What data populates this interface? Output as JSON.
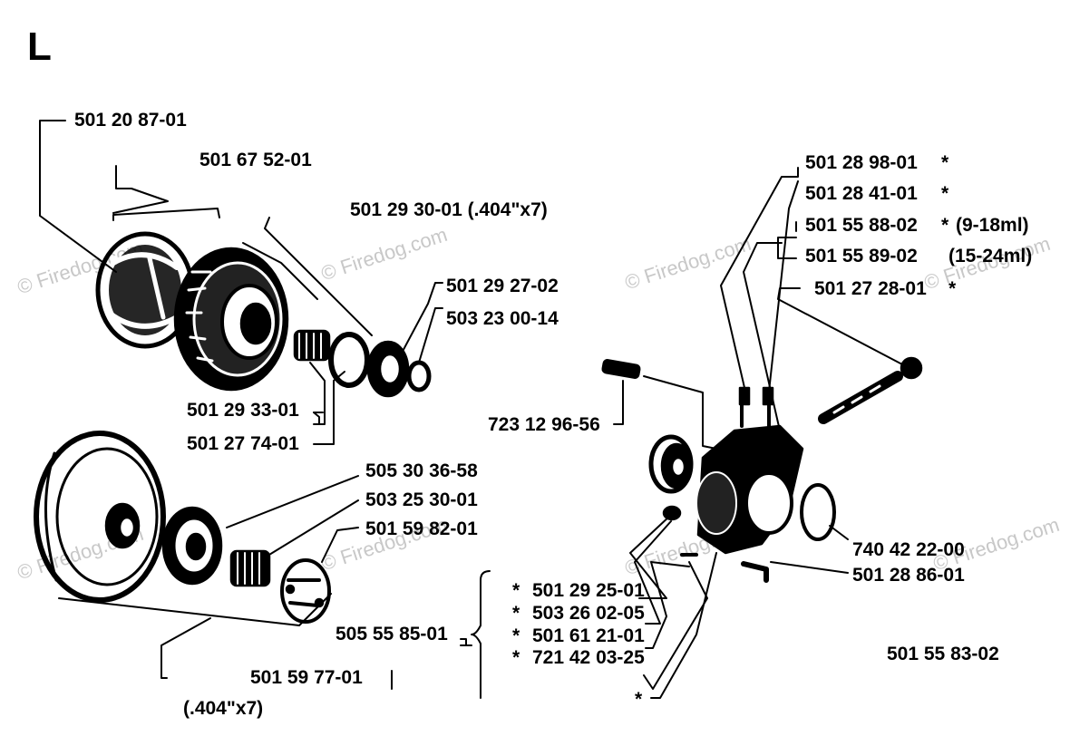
{
  "section_letter": "L",
  "watermark": "© Firedog.com",
  "part_numbers": {
    "p1": "501 20 87-01",
    "p2": "501 67 52-01",
    "p3": "501 29 30-01 (.404\"x7)",
    "p4": "501 29 27-02",
    "p5": "503 23 00-14",
    "p6": "501 29 33-01",
    "p7": "501 27 74-01",
    "p8": "505 30 36-58",
    "p9": "503 25 30-01",
    "p10": "501 59 82-01",
    "p11": "505 55 85-01",
    "p12": "501 59 77-01",
    "p12_note": "(.404\"x7)",
    "p13": "501 29 25-01",
    "p14": "503 26 02-05",
    "p15": "501 61 21-01",
    "p16": "721 42 03-25",
    "p17": "723 12 96-56",
    "p18": "501 28 98-01",
    "p19": "501 28 41-01",
    "p20": "501 55 88-02",
    "p20_note": "(9-18ml)",
    "p21": "501 55 89-02",
    "p21_note": "(15-24ml)",
    "p22": "501 27 28-01",
    "p23": "740 42 22-00",
    "p24": "501 28 86-01",
    "p25": "501 55 83-02"
  },
  "asterisk": "*"
}
